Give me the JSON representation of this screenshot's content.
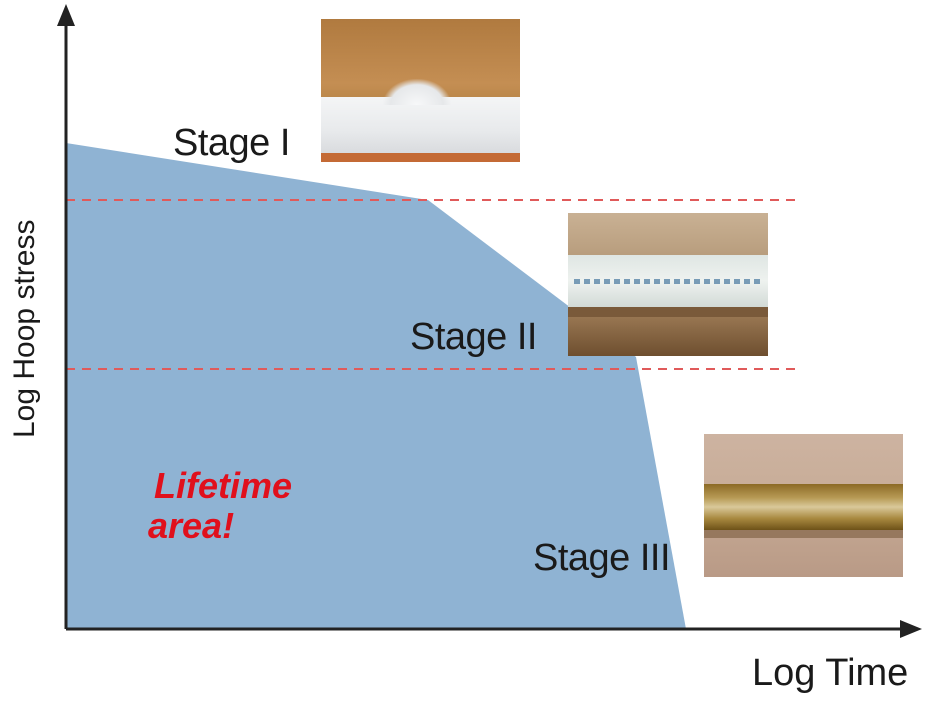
{
  "axes": {
    "x_label": "Log Time",
    "y_label": "Log Hoop stress"
  },
  "region": {
    "label_line1": "Lifetime",
    "label_line2": "area!",
    "fill_color": "#8fb3d3",
    "label_color": "#e0101c"
  },
  "stages": [
    {
      "label": "Stage I"
    },
    {
      "label": "Stage II"
    },
    {
      "label": "Stage III"
    }
  ],
  "boundary_color": "#e05a5a"
}
